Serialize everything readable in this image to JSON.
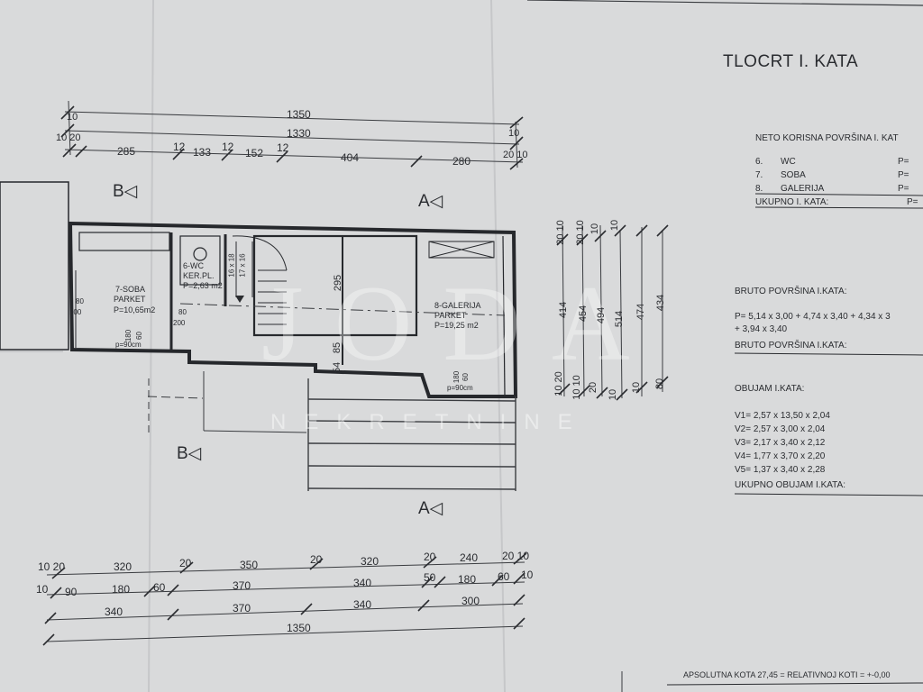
{
  "title": "TLOCRT I. KATA",
  "dims_top": {
    "total_outer": "1350",
    "total_inner": "1330",
    "left_small_a": "10",
    "left_small_b": "10 20",
    "right_small_a": "10",
    "right_small_b": "20 10",
    "segments": [
      "285",
      "12",
      "133",
      "12",
      "152",
      "12",
      "404",
      "280"
    ]
  },
  "dims_bottom": {
    "row1": [
      "10 20",
      "320",
      "20",
      "350",
      "20",
      "320",
      "20",
      "240",
      "20 10"
    ],
    "row2": [
      "10",
      "90",
      "180",
      "60",
      "370",
      "340",
      "50",
      "180",
      "60",
      "10"
    ],
    "row3": [
      "340",
      "370",
      "340",
      "300"
    ],
    "row4": "1350"
  },
  "dims_right": {
    "top_labels": [
      "20 10",
      "20 10",
      "10",
      "10"
    ],
    "vertical": [
      "414",
      "454",
      "494",
      "514",
      "474",
      "434"
    ],
    "bottom_labels": [
      "10 20",
      "10 10",
      "20",
      "10",
      "10",
      "80"
    ]
  },
  "sections": {
    "b_top": "B◁",
    "a_top": "A◁",
    "b_bottom": "B◁",
    "a_bottom": "A◁"
  },
  "rooms": {
    "soba": {
      "name": "7-SOBA",
      "floor": "PARKET",
      "area": "P=10,65m2",
      "door_a": "80",
      "door_b": "200",
      "win_a": "180",
      "win_b": "60",
      "sill": "p=90cm"
    },
    "wc": {
      "name": "6-WC",
      "floor": "KER.PL.",
      "area": "P=2,63 m2",
      "door_a": "80",
      "door_b": "200"
    },
    "stair": {
      "a": "16 x 18",
      "b": "17 x 16"
    },
    "galerija": {
      "name": "8-GALERIJA",
      "floor": "PARKET",
      "area": "P=19,25 m2",
      "win_a": "180",
      "win_b": "60",
      "sill": "p=90cm"
    },
    "inner_dims": {
      "d295": "295",
      "d85": "85",
      "d54": "54"
    }
  },
  "watermark": {
    "main": "JODA",
    "sub": "NEKRETNINE"
  },
  "neto": {
    "heading": "NETO KORISNA POVRŠINA I. KAT",
    "rows": [
      {
        "num": "6.",
        "name": "WC",
        "p": "P="
      },
      {
        "num": "7.",
        "name": "SOBA",
        "p": "P="
      },
      {
        "num": "8.",
        "name": "GALERIJA",
        "p": "P="
      }
    ],
    "total": "UKUPNO I. KATA:",
    "total_p": "P="
  },
  "bruto": {
    "heading": "BRUTO POVRŠINA I.KATA:",
    "formula_1": "P= 5,14 x 3,00 + 4,74 x 3,40 + 4,34 x 3",
    "formula_2": "+ 3,94 x 3,40",
    "total": "BRUTO POVRŠINA I.KATA:"
  },
  "obujam": {
    "heading": "OBUJAM I.KATA:",
    "rows": [
      "V1= 2,57 x 13,50 x 2,04",
      "V2= 2,57 x 3,00 x 2,04",
      "V3= 2,17 x 3,40 x 2,12",
      "V4= 1,77 x 3,70 x 2,20",
      "V5= 1,37 x 3,40 x 2,28"
    ],
    "total": "UKUPNO OBUJAM I.KATA:"
  },
  "footer": "APSOLUTNA KOTA 27,45 = RELATIVNOJ KOTI = +-0,00"
}
